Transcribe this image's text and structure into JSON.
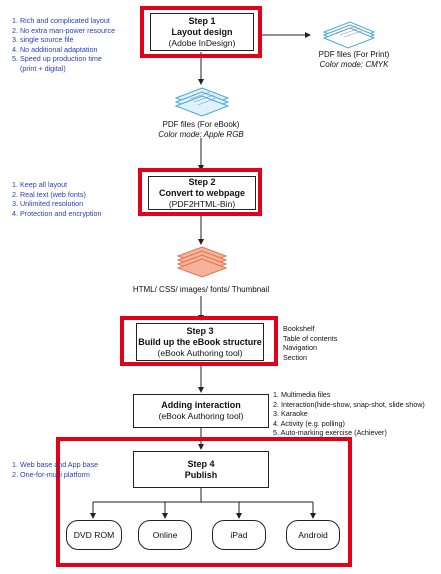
{
  "notes_step1": [
    "1. Rich and complicated layout",
    "2. No extra man-power resource",
    "3. single source file",
    "4. No additional adaptation",
    "5. Speed up production time",
    "(print + digital)"
  ],
  "step1": {
    "title_line1": "Step 1",
    "title_line2": "Layout design",
    "sub": "(Adobe InDesign)"
  },
  "print_pdf": {
    "line1": "PDF files (For Print)",
    "line2": "Color mode: CMYK"
  },
  "ebook_pdf": {
    "line1": "PDF files (For eBook)",
    "line2": "Color mode: Apple RGB"
  },
  "notes_step2": [
    "1. Keep all layout",
    "2. Real text (web fonts)",
    "3. Unlimited resolution",
    "4. Protection and encryption"
  ],
  "step2": {
    "title_line1": "Step 2",
    "title_line2": "Convert to webpage",
    "sub": "(PDF2HTML-Bin)"
  },
  "html_files": {
    "label": "HTML/ CSS/ images/ fonts/ Thumbnail"
  },
  "step3": {
    "title_line1": "Step 3",
    "title_line2": "Build up the eBook structure",
    "sub": "(eBook Authoring tool)"
  },
  "notes_step3": [
    "Bookshelf",
    "Table of contents",
    "Navigation",
    "Section"
  ],
  "interaction": {
    "title": "Adding interaction",
    "sub": "(eBook Authoring tool)"
  },
  "notes_interaction": [
    "1. Multimedia files",
    "2. Interaction(hide-show, snap-shot, slide show)",
    "3. Karaoke",
    "4. Activity (e.g. polling)",
    "5. Auto-marking exercise (Achiever)"
  ],
  "notes_step4": [
    "1. Web base and App base",
    "2. One-for-multi platform"
  ],
  "step4": {
    "title_line1": "Step 4",
    "title_line2": "Publish"
  },
  "outputs": [
    "DVD ROM",
    "Online",
    "iPad",
    "Android"
  ],
  "colors": {
    "highlight": "#e2001a",
    "note_text": "#2a3fb8",
    "pdf_blue": "#4aa7d8",
    "html_orange": "#ef8a5e"
  },
  "icons": {
    "pdf_stack": "document-stack-icon",
    "html_stack": "layer-stack-icon"
  }
}
